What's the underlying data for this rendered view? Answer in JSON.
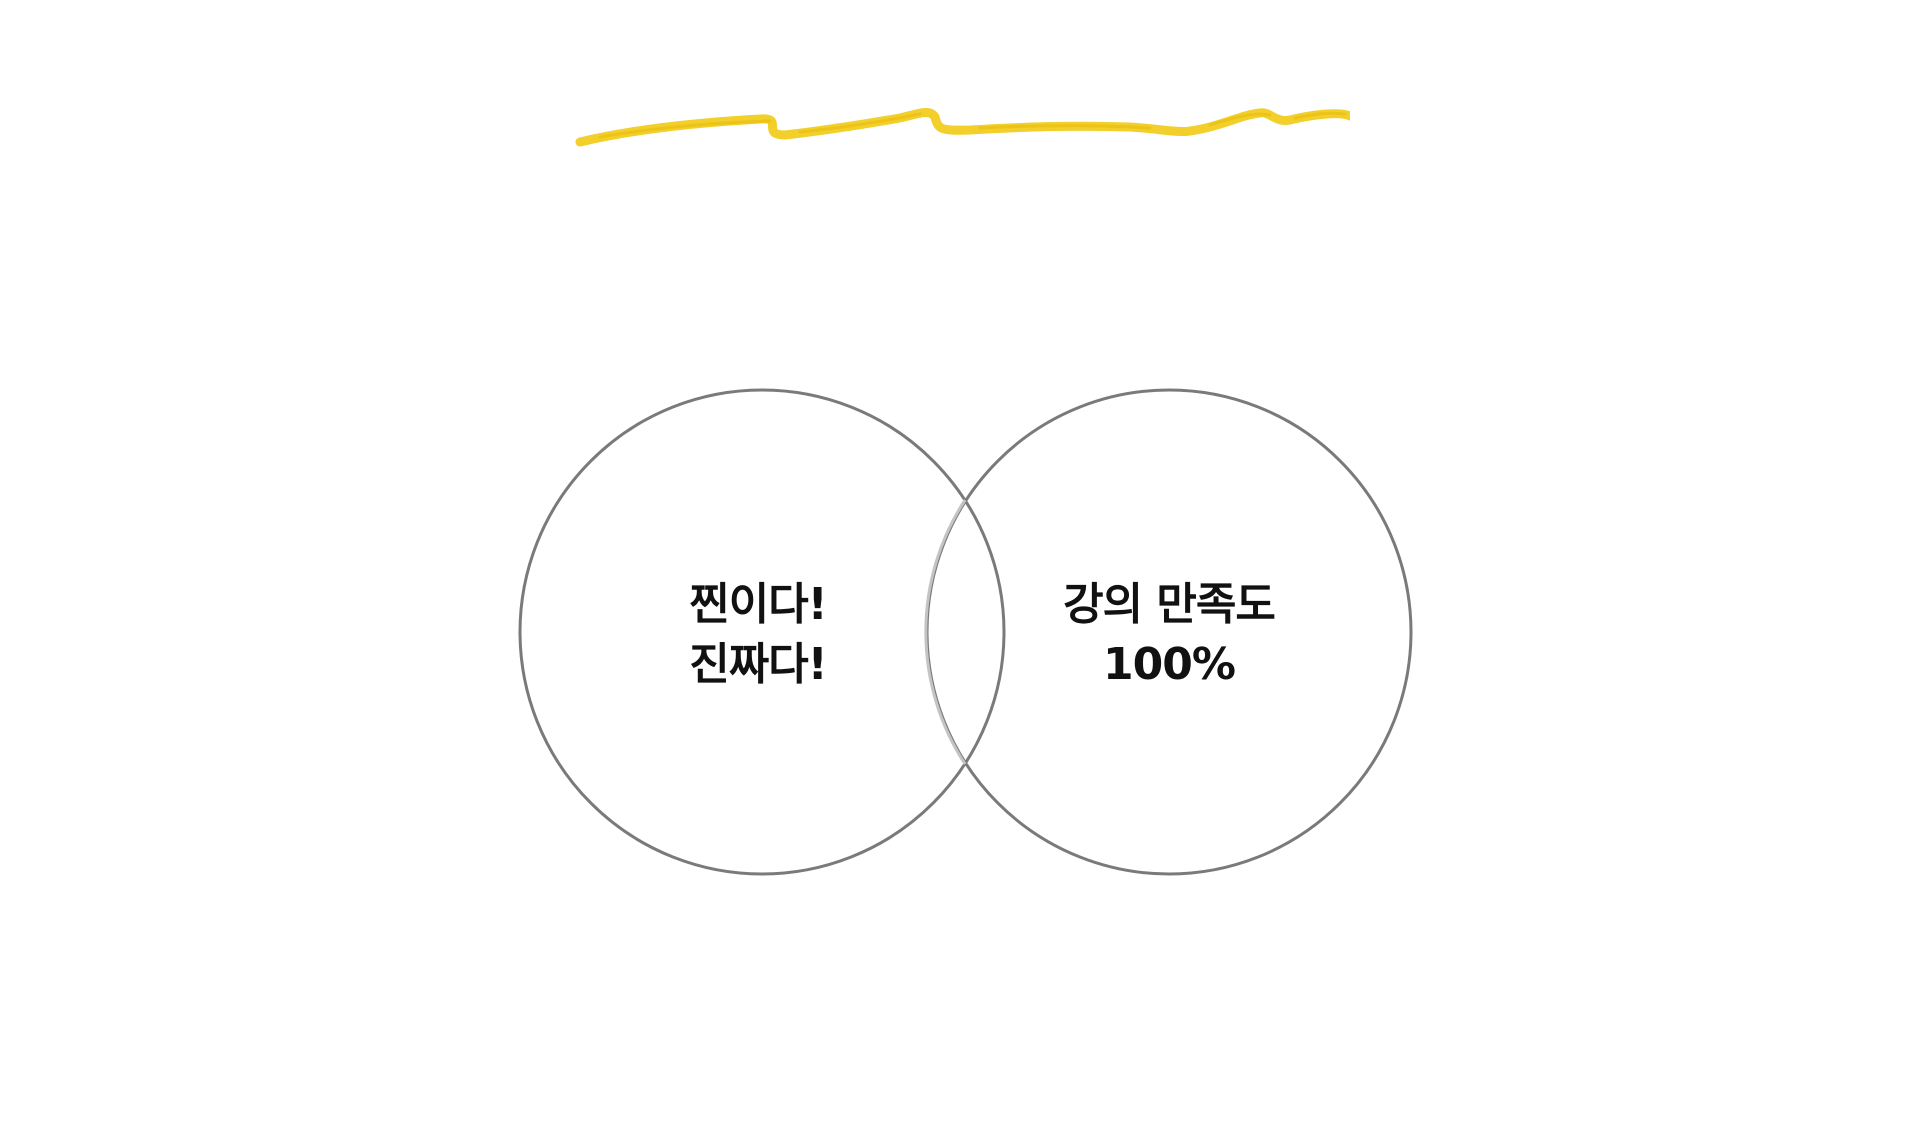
{
  "colors": {
    "brush_stroke": "#f2cf2a",
    "circle_stroke": "#7a7a7a",
    "overlap_stroke": "#c4c4c4",
    "text": "#111111",
    "background": "#ffffff"
  },
  "venn": {
    "left": {
      "line1": "찐이다!",
      "line2": "진짜다!"
    },
    "right": {
      "line1": "강의 만족도",
      "line2": "100%"
    }
  }
}
